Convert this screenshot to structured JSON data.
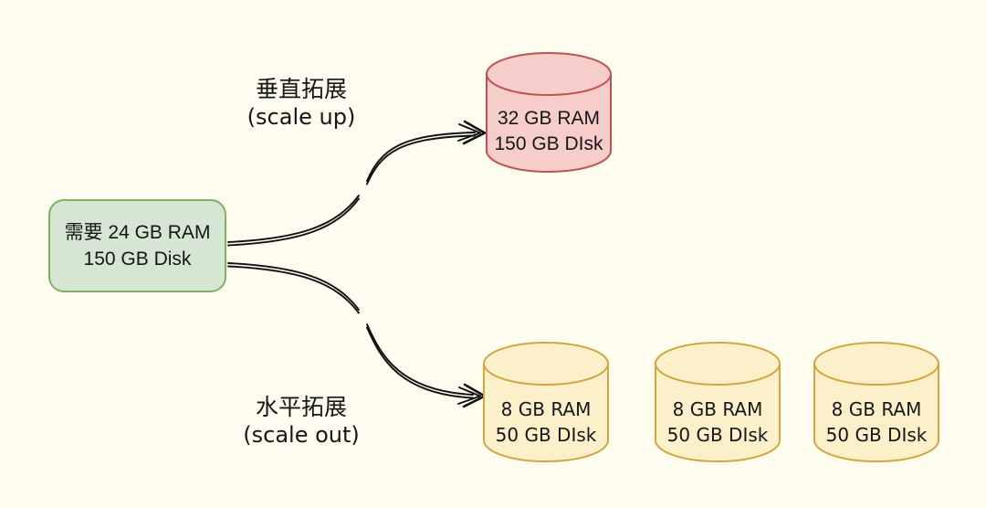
{
  "diagram": {
    "background_color": "#fdfcef",
    "text_color": "#161616",
    "source_box": {
      "line1": "需要 24 GB RAM",
      "line2": "150 GB Disk",
      "fill": "#d5e6d3",
      "stroke": "#80b066"
    },
    "scale_up": {
      "label_line1": "垂直拓展",
      "label_line2": "(scale up)",
      "server": {
        "line1": "32 GB RAM",
        "line2": "150 GB DIsk",
        "fill": "#f6cdca",
        "stroke": "#bc5350"
      }
    },
    "scale_out": {
      "label_line1": "水平拓展",
      "label_line2": "(scale out)",
      "nodes": [
        {
          "line1": "8 GB RAM",
          "line2": "50 GB DIsk",
          "fill": "#fcf0cb",
          "stroke": "#d2a63e"
        },
        {
          "line1": "8 GB RAM",
          "line2": "50 GB DIsk",
          "fill": "#fcf0cb",
          "stroke": "#d2a63e"
        },
        {
          "line1": "8 GB RAM",
          "line2": "50 GB DIsk",
          "fill": "#fcf0cb",
          "stroke": "#d2a63e"
        }
      ]
    },
    "arrow_color": "#121212"
  }
}
